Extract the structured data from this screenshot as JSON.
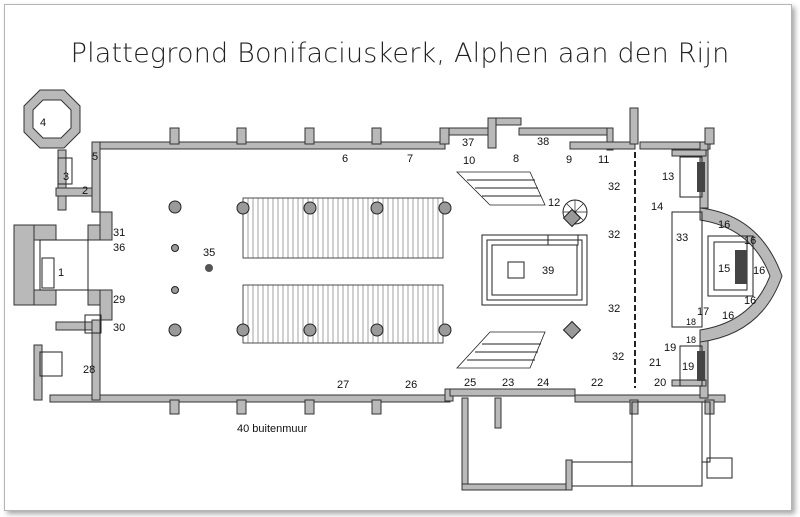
{
  "title": "Plattegrond Bonifaciuskerk, Alphen aan den Rijn",
  "labels": {
    "l1": "1",
    "l2": "2",
    "l3": "3",
    "l4": "4",
    "l5": "5",
    "l6": "6",
    "l7": "7",
    "l8": "8",
    "l9": "9",
    "l10": "10",
    "l11": "11",
    "l12": "12",
    "l13": "13",
    "l14": "14",
    "l15": "15",
    "l16": "16",
    "l17": "17",
    "l18": "18",
    "l19": "19",
    "l20": "20",
    "l21": "21",
    "l22": "22",
    "l23": "23",
    "l24": "24",
    "l25": "25",
    "l26": "26",
    "l27": "27",
    "l28": "28",
    "l29": "29",
    "l30": "30",
    "l31": "31",
    "l32": "32",
    "l33": "33",
    "l35": "35",
    "l36": "36",
    "l37": "37",
    "l38": "38",
    "l39": "39",
    "l40": "40 buitenmuur"
  },
  "colors": {
    "wall": "#b9b9b9",
    "line": "#222222",
    "background": "#ffffff"
  }
}
